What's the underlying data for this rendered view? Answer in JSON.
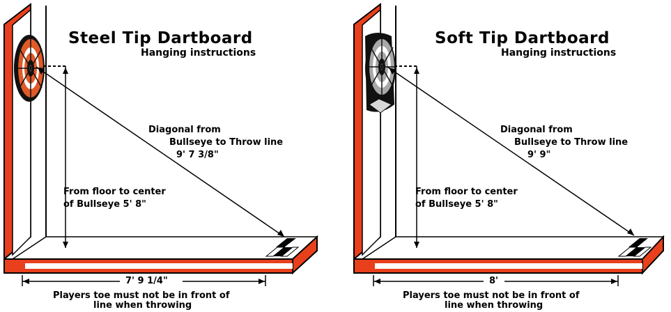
{
  "panels": [
    {
      "title": "Steel Tip Dartboard",
      "subtitle": "Hanging instructions",
      "diagonal_line1": "Diagonal from",
      "diagonal_line2": "Bullseye to Throw line",
      "diagonal_value": "9' 7 3/8\"",
      "floor_line1": "From floor to center",
      "floor_line2": "of Bullseye  5' 8\"",
      "distance": "7' 9 1/4\"",
      "footnote_line1": "Players toe must not be in front of",
      "footnote_line2": "line when throwing"
    },
    {
      "title": "Soft Tip Dartboard",
      "subtitle": "Hanging instructions",
      "diagonal_line1": "Diagonal from",
      "diagonal_line2": "Bullseye to Throw line",
      "diagonal_value": "9' 9\"",
      "floor_line1": "From floor to center",
      "floor_line2": "of Bullseye  5' 8\"",
      "distance": "8'",
      "footnote_line1": "Players toe must not be in front of",
      "footnote_line2": "line when throwing"
    }
  ],
  "colors": {
    "wall_edge": "#e8401c",
    "outline": "#000000",
    "steel_board": "#e05a28",
    "soft_board": "#a8a8a8"
  },
  "icons": {
    "steel_board": "steel-tip-dartboard-icon",
    "soft_board": "soft-tip-dartboard-icon",
    "throw_line": "throw-line-marker-icon"
  }
}
